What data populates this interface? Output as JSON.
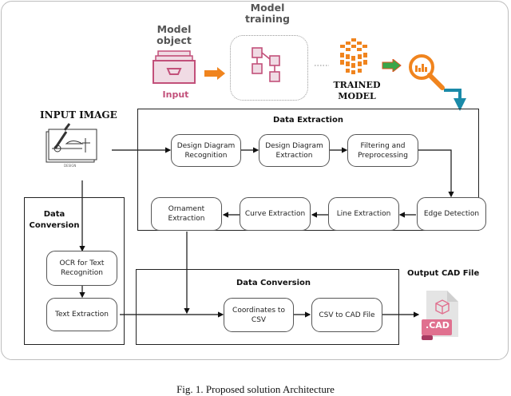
{
  "figure": {
    "caption": "Fig. 1. Proposed solution Architecture"
  },
  "top": {
    "model_object_label": "Model\nobject",
    "input_label": "Input",
    "model_training_label": "Model\ntraining",
    "trained_model_label": "TRAINED\nMODEL"
  },
  "input_image": {
    "label": "INPUT IMAGE",
    "design_caption": "DESIGN"
  },
  "data_extraction": {
    "title": "Data Extraction",
    "nodes": [
      "Design Diagram\nRecognition",
      "Design Diagram\nExtraction",
      "Filtering and\nPreprocessing",
      "Edge Detection",
      "Line Extraction",
      "Curve Extraction",
      "Ornament\nExtraction"
    ]
  },
  "left_conversion": {
    "title": "Data\nConversion",
    "nodes": [
      "OCR for Text\nRecognition",
      "Text Extraction"
    ]
  },
  "data_conversion": {
    "title": "Data Conversion",
    "nodes": [
      "Coordinates to\nCSV",
      "CSV to CAD File"
    ]
  },
  "output": {
    "title": "Output CAD File",
    "file_badge": ".CAD"
  },
  "colors": {
    "pink": "#c2507a",
    "pink_light": "#f0dbe4",
    "orange": "#f0841e",
    "green": "#3aa64a",
    "teal": "#1a8aa8",
    "cad_badge": "#e0708f"
  }
}
